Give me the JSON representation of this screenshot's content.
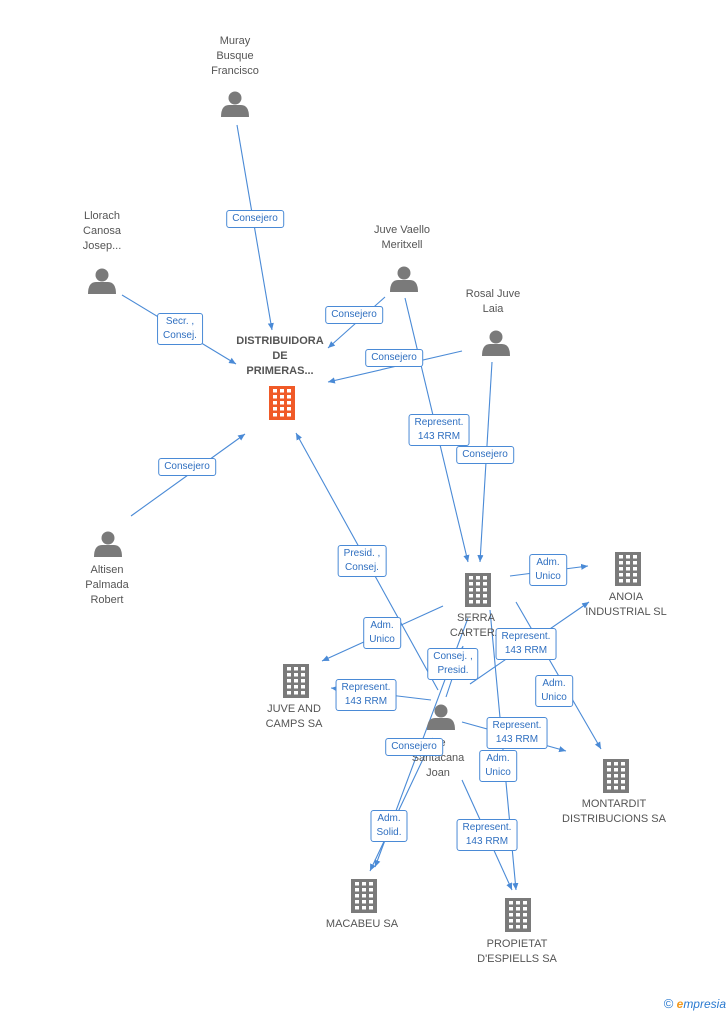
{
  "colors": {
    "edge": "#4a8ad6",
    "person": "#7a7a7a",
    "company": "#7a7a7a",
    "focus": "#f05a28"
  },
  "nodes": [
    {
      "id": "muray",
      "type": "person",
      "label": "Muray\nBusque\nFrancisco"
    },
    {
      "id": "llorach",
      "type": "person",
      "label": "Llorach\nCanosa\nJosep..."
    },
    {
      "id": "juvevaello",
      "type": "person",
      "label": "Juve Vaello\nMeritxell"
    },
    {
      "id": "rosal",
      "type": "person",
      "label": "Rosal Juve\nLaia"
    },
    {
      "id": "altisen",
      "type": "person",
      "label": "Altisen\nPalmada\nRobert"
    },
    {
      "id": "distribuidora",
      "type": "focus",
      "label": "DISTRIBUIDORA\nDE\nPRIMERAS..."
    },
    {
      "id": "serra",
      "type": "company",
      "label": "SERRA\nCARTERA"
    },
    {
      "id": "anoia",
      "type": "company",
      "label": "ANOIA\nINDUSTRIAL SL"
    },
    {
      "id": "juveandcamps",
      "type": "company",
      "label": "JUVE AND\nCAMPS SA"
    },
    {
      "id": "santacana",
      "type": "person",
      "label": "...e\nSantacana\nJoan"
    },
    {
      "id": "montardit",
      "type": "company",
      "label": "MONTARDIT\nDISTRIBUCIONS SA"
    },
    {
      "id": "macabeu",
      "type": "company",
      "label": "MACABEU SA"
    },
    {
      "id": "propietat",
      "type": "company",
      "label": "PROPIETAT\nD'ESPIELLS SA"
    }
  ],
  "edges": [
    {
      "from": "muray",
      "to": "distribuidora",
      "label": "Consejero"
    },
    {
      "from": "llorach",
      "to": "distribuidora",
      "label": "Secr. ,\nConsej."
    },
    {
      "from": "juvevaello",
      "to": "distribuidora",
      "label": "Consejero"
    },
    {
      "from": "rosal",
      "to": "distribuidora",
      "label": "Consejero"
    },
    {
      "from": "altisen",
      "to": "distribuidora",
      "label": "Consejero"
    },
    {
      "from": "juvevaello",
      "to": "serra",
      "label": "Represent.\n143 RRM"
    },
    {
      "from": "rosal",
      "to": "serra",
      "label": "Consejero"
    },
    {
      "from": "santacana",
      "to": "distribuidora",
      "label": "Presid. ,\nConsej."
    },
    {
      "from": "serra",
      "to": "anoia",
      "label": "Adm.\nUnico"
    },
    {
      "from": "serra",
      "to": "juveandcamps",
      "label": "Adm.\nUnico"
    },
    {
      "from": "santacana",
      "to": "anoia",
      "label": "Represent.\n143 RRM"
    },
    {
      "from": "santacana",
      "to": "serra",
      "label": "Consej. ,\nPresid."
    },
    {
      "from": "santacana",
      "to": "juveandcamps",
      "label": "Represent.\n143 RRM"
    },
    {
      "from": "serra",
      "to": "montardit",
      "label": "Adm.\nUnico"
    },
    {
      "from": "santacana",
      "to": "montardit",
      "label": "Represent.\n143 RRM"
    },
    {
      "from": "santacana",
      "to": "macabeu",
      "label": "Consejero"
    },
    {
      "from": "serra",
      "to": "propietat",
      "label": "Adm.\nUnico"
    },
    {
      "from": "serra",
      "to": "macabeu",
      "label": "Adm.\nSolid."
    },
    {
      "from": "santacana",
      "to": "propietat",
      "label": "Represent.\n143 RRM"
    }
  ],
  "footer": {
    "copyright": "©",
    "brand_initial": "e",
    "brand_rest": "mpresia"
  }
}
